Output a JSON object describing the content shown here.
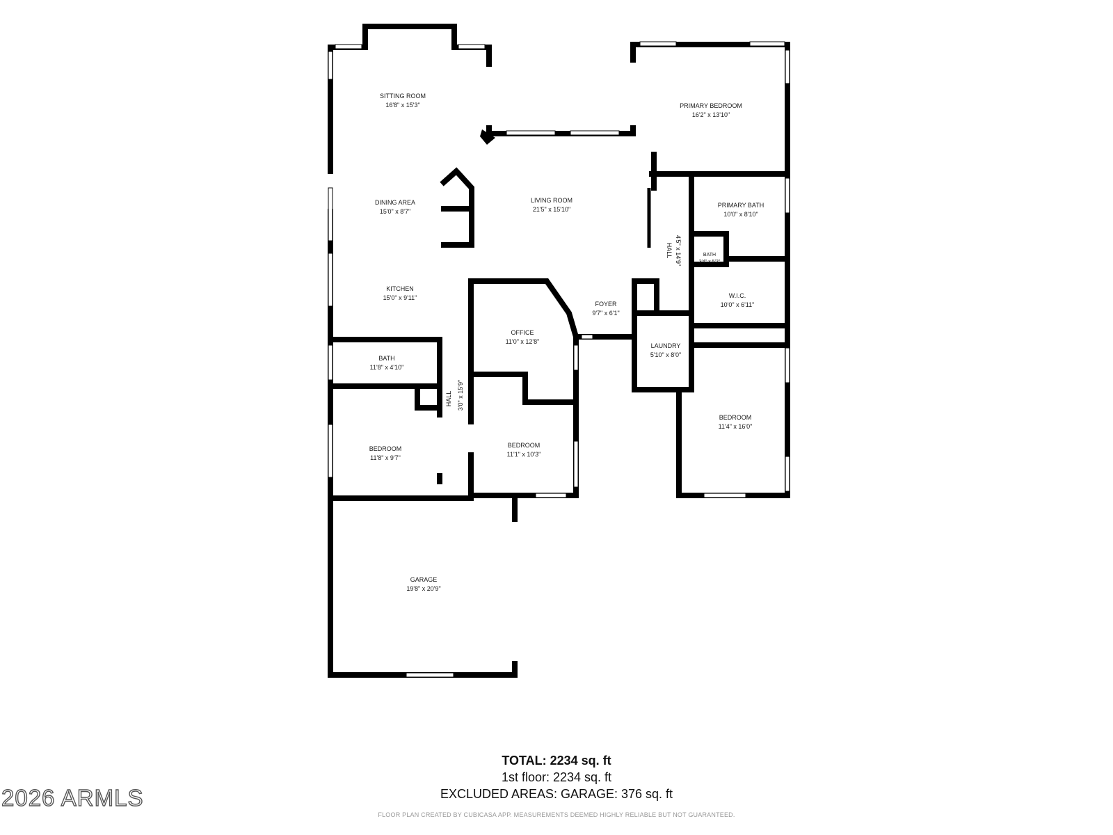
{
  "rooms": {
    "sitting_room": {
      "name": "SITTING ROOM",
      "dims": "16'8\" x 15'3\""
    },
    "dining_area": {
      "name": "DINING AREA",
      "dims": "15'0\" x 8'7\""
    },
    "kitchen": {
      "name": "KITCHEN",
      "dims": "15'0\" x 9'11\""
    },
    "living_room": {
      "name": "LIVING ROOM",
      "dims": "21'5\" x 15'10\""
    },
    "primary_bedroom": {
      "name": "PRIMARY BEDROOM",
      "dims": "16'2\" x 13'10\""
    },
    "primary_bath": {
      "name": "PRIMARY BATH",
      "dims": "10'0\" x 8'10\""
    },
    "small_bath": {
      "name": "BATH",
      "dims": "3'4\" x 5'2\""
    },
    "wic": {
      "name": "W.I.C.",
      "dims": "10'0\" x 6'11\""
    },
    "hall_east": {
      "name": "HALL",
      "dims": "4'5\" x 14'9\""
    },
    "foyer": {
      "name": "FOYER",
      "dims": "9'7\" x 6'1\""
    },
    "office": {
      "name": "OFFICE",
      "dims": "11'0\" x 12'8\""
    },
    "laundry": {
      "name": "LAUNDRY",
      "dims": "5'10\" x 8'0\""
    },
    "bath_west": {
      "name": "BATH",
      "dims": "11'8\" x 4'10\""
    },
    "hall_west": {
      "name": "HALL",
      "dims": "3'0\" x 15'9\""
    },
    "bedroom_west": {
      "name": "BEDROOM",
      "dims": "11'8\" x 9'7\""
    },
    "bedroom_center": {
      "name": "BEDROOM",
      "dims": "11'1\" x 10'3\""
    },
    "bedroom_east": {
      "name": "BEDROOM",
      "dims": "11'4\" x 16'0\""
    },
    "garage": {
      "name": "GARAGE",
      "dims": "19'8\" x 20'9\""
    }
  },
  "summary": {
    "total": "TOTAL: 2234 sq. ft",
    "floor": "1st floor: 2234 sq. ft",
    "excluded": "EXCLUDED AREAS: GARAGE: 376 sq. ft"
  },
  "disclaimer": "FLOOR PLAN CREATED BY CUBICASA APP. MEASUREMENTS DEEMED HIGHLY RELIABLE BUT NOT GUARANTEED.",
  "watermark": "2026 ARMLS"
}
